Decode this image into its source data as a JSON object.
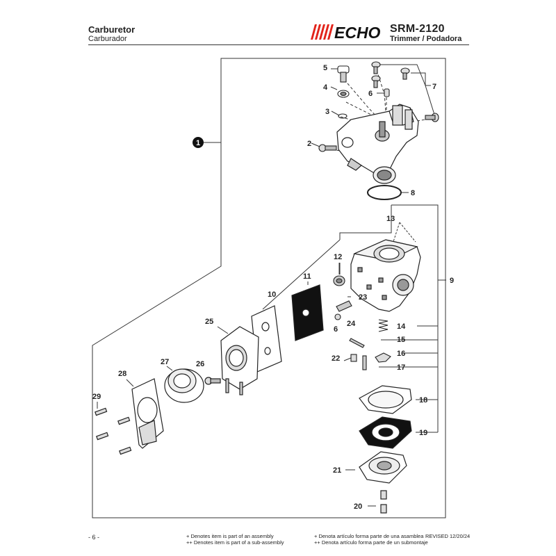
{
  "header": {
    "title": "Carburetor",
    "subtitle": "Carburador",
    "brand": "ECHO",
    "model": "SRM-2120",
    "model_subtitle": "Trimmer / Podadora"
  },
  "callouts": {
    "c1": "1",
    "c2": "2",
    "c3": "3",
    "c4": "4",
    "c5": "5",
    "c6a": "6",
    "c6b": "6",
    "c7": "7",
    "c8": "8",
    "c9": "9",
    "c10": "10",
    "c11": "11",
    "c12": "12",
    "c13": "13",
    "c14": "14",
    "c15": "15",
    "c16": "16",
    "c17": "17",
    "c18": "18",
    "c19": "19",
    "c20": "20",
    "c21": "21",
    "c22": "22",
    "c23": "23",
    "c24": "24",
    "c25": "25",
    "c26": "26",
    "c27": "27",
    "c28": "28",
    "c29": "29"
  },
  "footer": {
    "page": "- 6 -",
    "note_assembly_en": "+ Denotes item is part of an assembly",
    "note_subassembly_en": "++ Denotes item is part of a sub-assembly",
    "note_assembly_es": "+ Denota artículo forma parte de una asamblea",
    "note_subassembly_es": "++ Denota artículo forma parte de un submontaje",
    "revised": "REVISED 12/20/24"
  },
  "colors": {
    "brand_red": "#e2231a",
    "line": "#333333"
  }
}
